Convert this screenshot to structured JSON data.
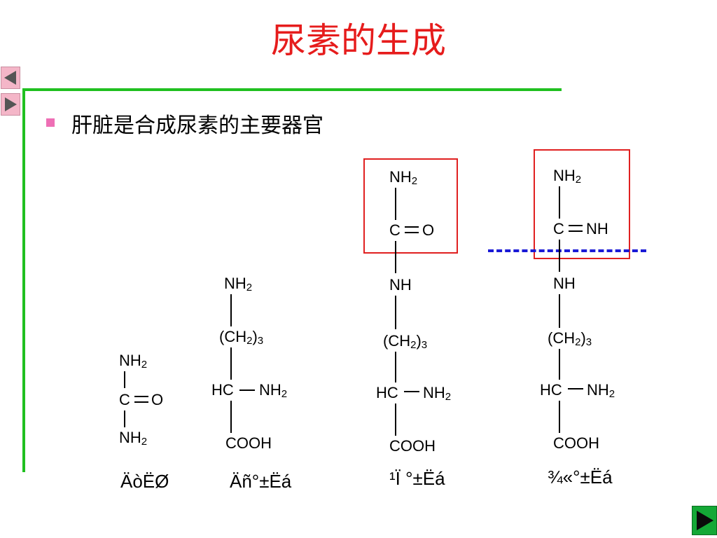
{
  "slide": {
    "title": "尿素的生成",
    "bullet": "肝脏是合成尿素的主要器官"
  },
  "nav": {
    "prev_icon": "triangle-left-icon",
    "next_icon": "triangle-right-icon",
    "forward_icon": "play-forward-icon"
  },
  "colors": {
    "title": "#e61c1c",
    "frame": "#20c020",
    "bullet": "#ee6fb5",
    "highlight_box": "#e02020",
    "dashed_line": "#1a1ad6",
    "nav_pink": "#f4b6c8",
    "nav_green": "#14a836"
  },
  "molecules": {
    "urea": {
      "label": "ÄòËØ",
      "nh2_top": "NH",
      "sub_top": "2",
      "c": "C",
      "o": "O",
      "nh2_bottom": "NH",
      "sub_bottom": "2"
    },
    "ornithine": {
      "label": "Äñ°±Ëá",
      "nh2_top": "NH",
      "sub_top": "2",
      "ch2_open": "(CH",
      "ch2_sub": "2",
      "ch2_close": ")",
      "ch2_count": "3",
      "hc": "HC",
      "nh2_side": "NH",
      "sub_side": "2",
      "cooh": "COOH"
    },
    "citrulline": {
      "label": "¹Ï °±Ëá",
      "nh2_top": "NH",
      "sub_top": "2",
      "c": "C",
      "o": "O",
      "nh": "NH",
      "ch2_open": "(CH",
      "ch2_sub": "2",
      "ch2_close": ")",
      "ch2_count": "3",
      "hc": "HC",
      "nh2_side": "NH",
      "sub_side": "2",
      "cooh": "COOH"
    },
    "arginine": {
      "label": "¾«°±Ëá",
      "nh2_top": "NH",
      "sub_top": "2",
      "c": "C",
      "nh_double": "NH",
      "nh": "NH",
      "ch2_open": "(CH",
      "ch2_sub": "2",
      "ch2_close": ")",
      "ch2_count": "3",
      "hc": "HC",
      "nh2_side": "NH",
      "sub_side": "2",
      "cooh": "COOH"
    }
  }
}
